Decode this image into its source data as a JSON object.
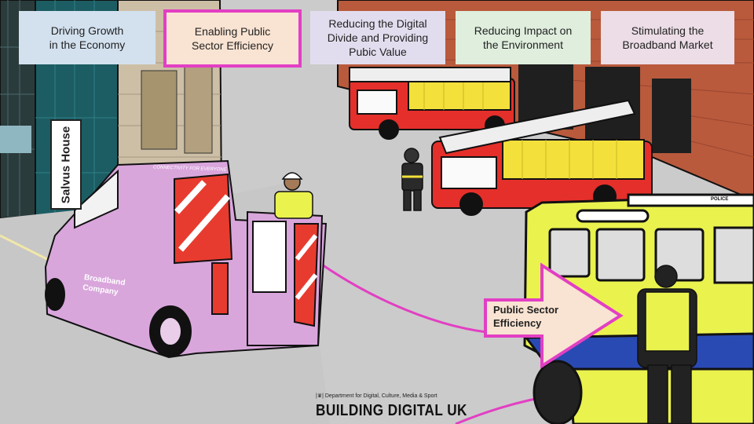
{
  "tabs": [
    {
      "lines": [
        "Driving Growth",
        "in the Economy"
      ],
      "bg": "#d3e1ef",
      "active": false
    },
    {
      "lines": [
        "Enabling Public",
        "Sector Efficiency"
      ],
      "bg": "#f9e3d2",
      "active": true
    },
    {
      "lines": [
        "Reducing the Digital",
        "Divide and Providing",
        "Pubic Value"
      ],
      "bg": "#e2ddee",
      "active": false
    },
    {
      "lines": [
        "Reducing Impact on",
        "the Environment"
      ],
      "bg": "#dfeedd",
      "active": false
    },
    {
      "lines": [
        "Stimulating the",
        "Broadband Market"
      ],
      "bg": "#ecdde6",
      "active": false
    }
  ],
  "building_sign": "Salvus House",
  "van": {
    "name_line1": "Broadband",
    "name_line2": "Company",
    "slogan": "CONNECTIVITY FOR EVERYONE"
  },
  "police_sign": "POLICE",
  "callout": {
    "line1": "Public Sector",
    "line2": "Efficiency"
  },
  "logo": {
    "department": "Department for Digital, Culture, Media & Sport",
    "name": "BUILDING DIGITAL UK"
  },
  "colors": {
    "accent": "#e23fc3",
    "van": "#d9a6dc",
    "fire": "#e52f2a",
    "police_yellow": "#eaf24e",
    "police_blue": "#2a4ab3"
  }
}
